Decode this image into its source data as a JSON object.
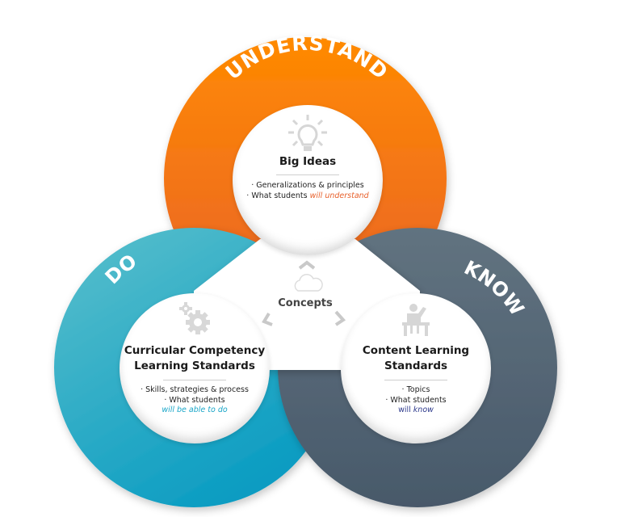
{
  "diagram": {
    "type": "three-ring-venn",
    "rings": [
      {
        "id": "understand",
        "label": "UNDERSTAND",
        "color_top": "#ff8a00",
        "color_bottom": "#e8612c",
        "inner": {
          "icon": "lightbulb-icon",
          "title": "Big Ideas",
          "bullets": [
            {
              "text": "· Generalizations & principles"
            },
            {
              "prefix": "· What students ",
              "emphasis": "will understand"
            }
          ]
        }
      },
      {
        "id": "do",
        "label": "DO",
        "color_top": "#5bc0cc",
        "color_bottom": "#0a9cc2",
        "inner": {
          "icon": "gears-icon",
          "title_line1": "Curricular Competency",
          "title_line2": "Learning Standards",
          "bullets": [
            {
              "text": "· Skills, strategies & process"
            },
            {
              "text": "· What students"
            },
            {
              "emphasis": "will be able to do"
            }
          ]
        }
      },
      {
        "id": "know",
        "label": "KNOW",
        "color_top": "#5f717c",
        "color_bottom": "#48596a",
        "inner": {
          "icon": "teacher-at-desk-icon",
          "title_line1": "Content Learning",
          "title_line2": "Standards",
          "bullets": [
            {
              "text": "· Topics"
            },
            {
              "text": "· What students"
            },
            {
              "plain": "will ",
              "emphasis": "know"
            }
          ]
        }
      }
    ],
    "center": {
      "icon": "cloud-icon",
      "label": "Concepts"
    },
    "accent_colors": {
      "understand_emphasis": "#e8612c",
      "do_emphasis": "#1aa6c8",
      "know_emphasis": "#2e3a8c"
    }
  }
}
